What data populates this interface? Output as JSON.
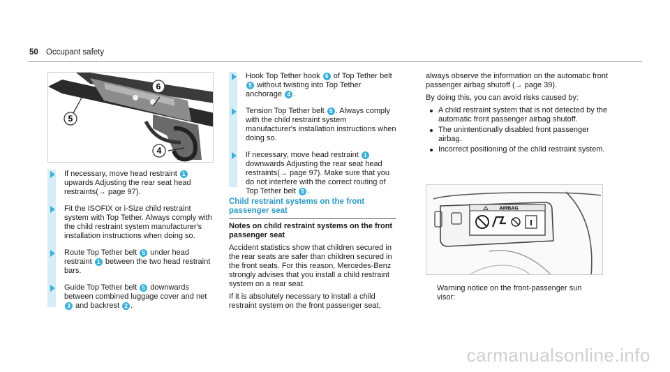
{
  "header": {
    "page_number": "50",
    "section": "Occupant safety"
  },
  "figure1": {
    "callouts": [
      "6",
      "5",
      "4"
    ]
  },
  "left_steps": [
    {
      "parts": [
        {
          "t": "If necessary, move head restraint "
        },
        {
          "b": "1"
        },
        {
          "t": " upwards Adjusting the rear seat head restraints(→ page 97)."
        }
      ]
    },
    {
      "parts": [
        {
          "t": "Fit the ISOFIX or i-Size child restraint system with Top Tether. Always comply with the child restraint system manufacturer's installation instructions when doing so."
        }
      ]
    },
    {
      "parts": [
        {
          "t": "Route Top Tether belt "
        },
        {
          "b": "5"
        },
        {
          "t": " under head restraint "
        },
        {
          "b": "1"
        },
        {
          "t": " between the two head restraint bars."
        }
      ]
    },
    {
      "parts": [
        {
          "t": "Guide Top Tether belt "
        },
        {
          "b": "5"
        },
        {
          "t": " downwards between combined luggage cover and net "
        },
        {
          "b": "3"
        },
        {
          "t": " and backrest "
        },
        {
          "b": "2"
        },
        {
          "t": "."
        }
      ]
    }
  ],
  "middle_steps": [
    {
      "parts": [
        {
          "t": "Hook Top Tether hook "
        },
        {
          "b": "6"
        },
        {
          "t": " of Top Tether belt "
        },
        {
          "b": "5"
        },
        {
          "t": " without twisting into Top Tether anchorage "
        },
        {
          "b": "4"
        },
        {
          "t": "."
        }
      ]
    },
    {
      "parts": [
        {
          "t": "Tension Top Tether belt "
        },
        {
          "b": "5"
        },
        {
          "t": ". Always comply with the child restraint system manufacturer's installation instructions when doing so."
        }
      ]
    },
    {
      "parts": [
        {
          "t": "If necessary, move head restraint "
        },
        {
          "b": "1"
        },
        {
          "t": " downwards Adjusting the rear seat head restraints(→ page 97). Make sure that you do not interfere with the correct routing of Top Tether belt "
        },
        {
          "b": "5"
        },
        {
          "t": "."
        }
      ]
    }
  ],
  "section": {
    "title": "Child restraint systems on the front passenger seat",
    "subheading": "Notes on child restraint systems on the front passenger seat",
    "para1": "Accident statistics show that children secured in the rear seats are safer than children secured in the front seats. For this reason, Mercedes-Benz strongly advises that you install a child restraint system on a rear seat.",
    "para2": "If it is absolutely necessary to install a child restraint system on the front passenger seat,"
  },
  "right": {
    "para1": "always observe the information on the automatic front passenger airbag shutoff (→ page 39).",
    "para2": "By doing this, you can avoid risks caused by:",
    "bullets": [
      "A child restraint system that is not detected by the automatic front passenger airbag shutoff.",
      "The unintentionally disabled front passenger airbag.",
      "Incorrect positioning of the child restraint system."
    ],
    "label_text": "AIRBAG",
    "caption": "Warning notice on the front-passenger sun visor:"
  },
  "watermark": "carmanualsonline.info",
  "colors": {
    "accent": "#3ab0d8",
    "title": "#2b98c6",
    "bar": "#d6ecf6"
  }
}
